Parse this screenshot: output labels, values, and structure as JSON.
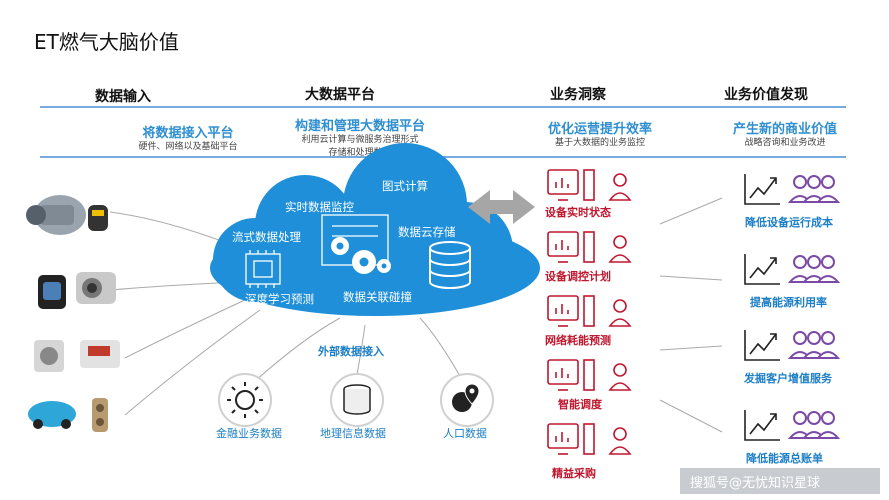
{
  "title": "ET燃气大脑价值",
  "columns": [
    {
      "header": "数据输入"
    },
    {
      "header": "大数据平台",
      "subtitle": "构建和管理大数据平台",
      "desc1": "利用云计算与微服务治理形式",
      "desc2": "存储和处理数据"
    },
    {
      "header": "业务洞察",
      "subtitle": "优化运营提升效率",
      "desc1": "基于大数据的业务监控"
    },
    {
      "header": "业务价值发现",
      "subtitle": "产生新的商业价值",
      "desc1": "战略咨询和业务改进"
    }
  ],
  "input_col": {
    "subtitle": "将数据接入平台",
    "desc1": "硬件、网络以及基础平台"
  },
  "cloud": {
    "items": [
      "图式计算",
      "实时数据监控",
      "流式数据处理",
      "数据云存储",
      "深度学习预测",
      "数据关联碰撞"
    ]
  },
  "external": {
    "label": "外部数据接入",
    "sources": [
      "金融业务数据",
      "地理信息数据",
      "人口数据"
    ]
  },
  "insights": [
    "设备实时状态",
    "设备调控计划",
    "网络耗能预测",
    "智能调度",
    "精益采购"
  ],
  "values": [
    "降低设备运行成本",
    "提高能源利用率",
    "发掘客户增值服务",
    "降低能源总账单"
  ],
  "watermark": "搜狐号@无忧知识星球",
  "colors": {
    "blue": "#1d7fc6",
    "cloud": "#1e8fd8",
    "red": "#c0182f",
    "purple": "#7b4aa8",
    "gray": "#8c8c8c",
    "line": "#4a8fd6"
  }
}
